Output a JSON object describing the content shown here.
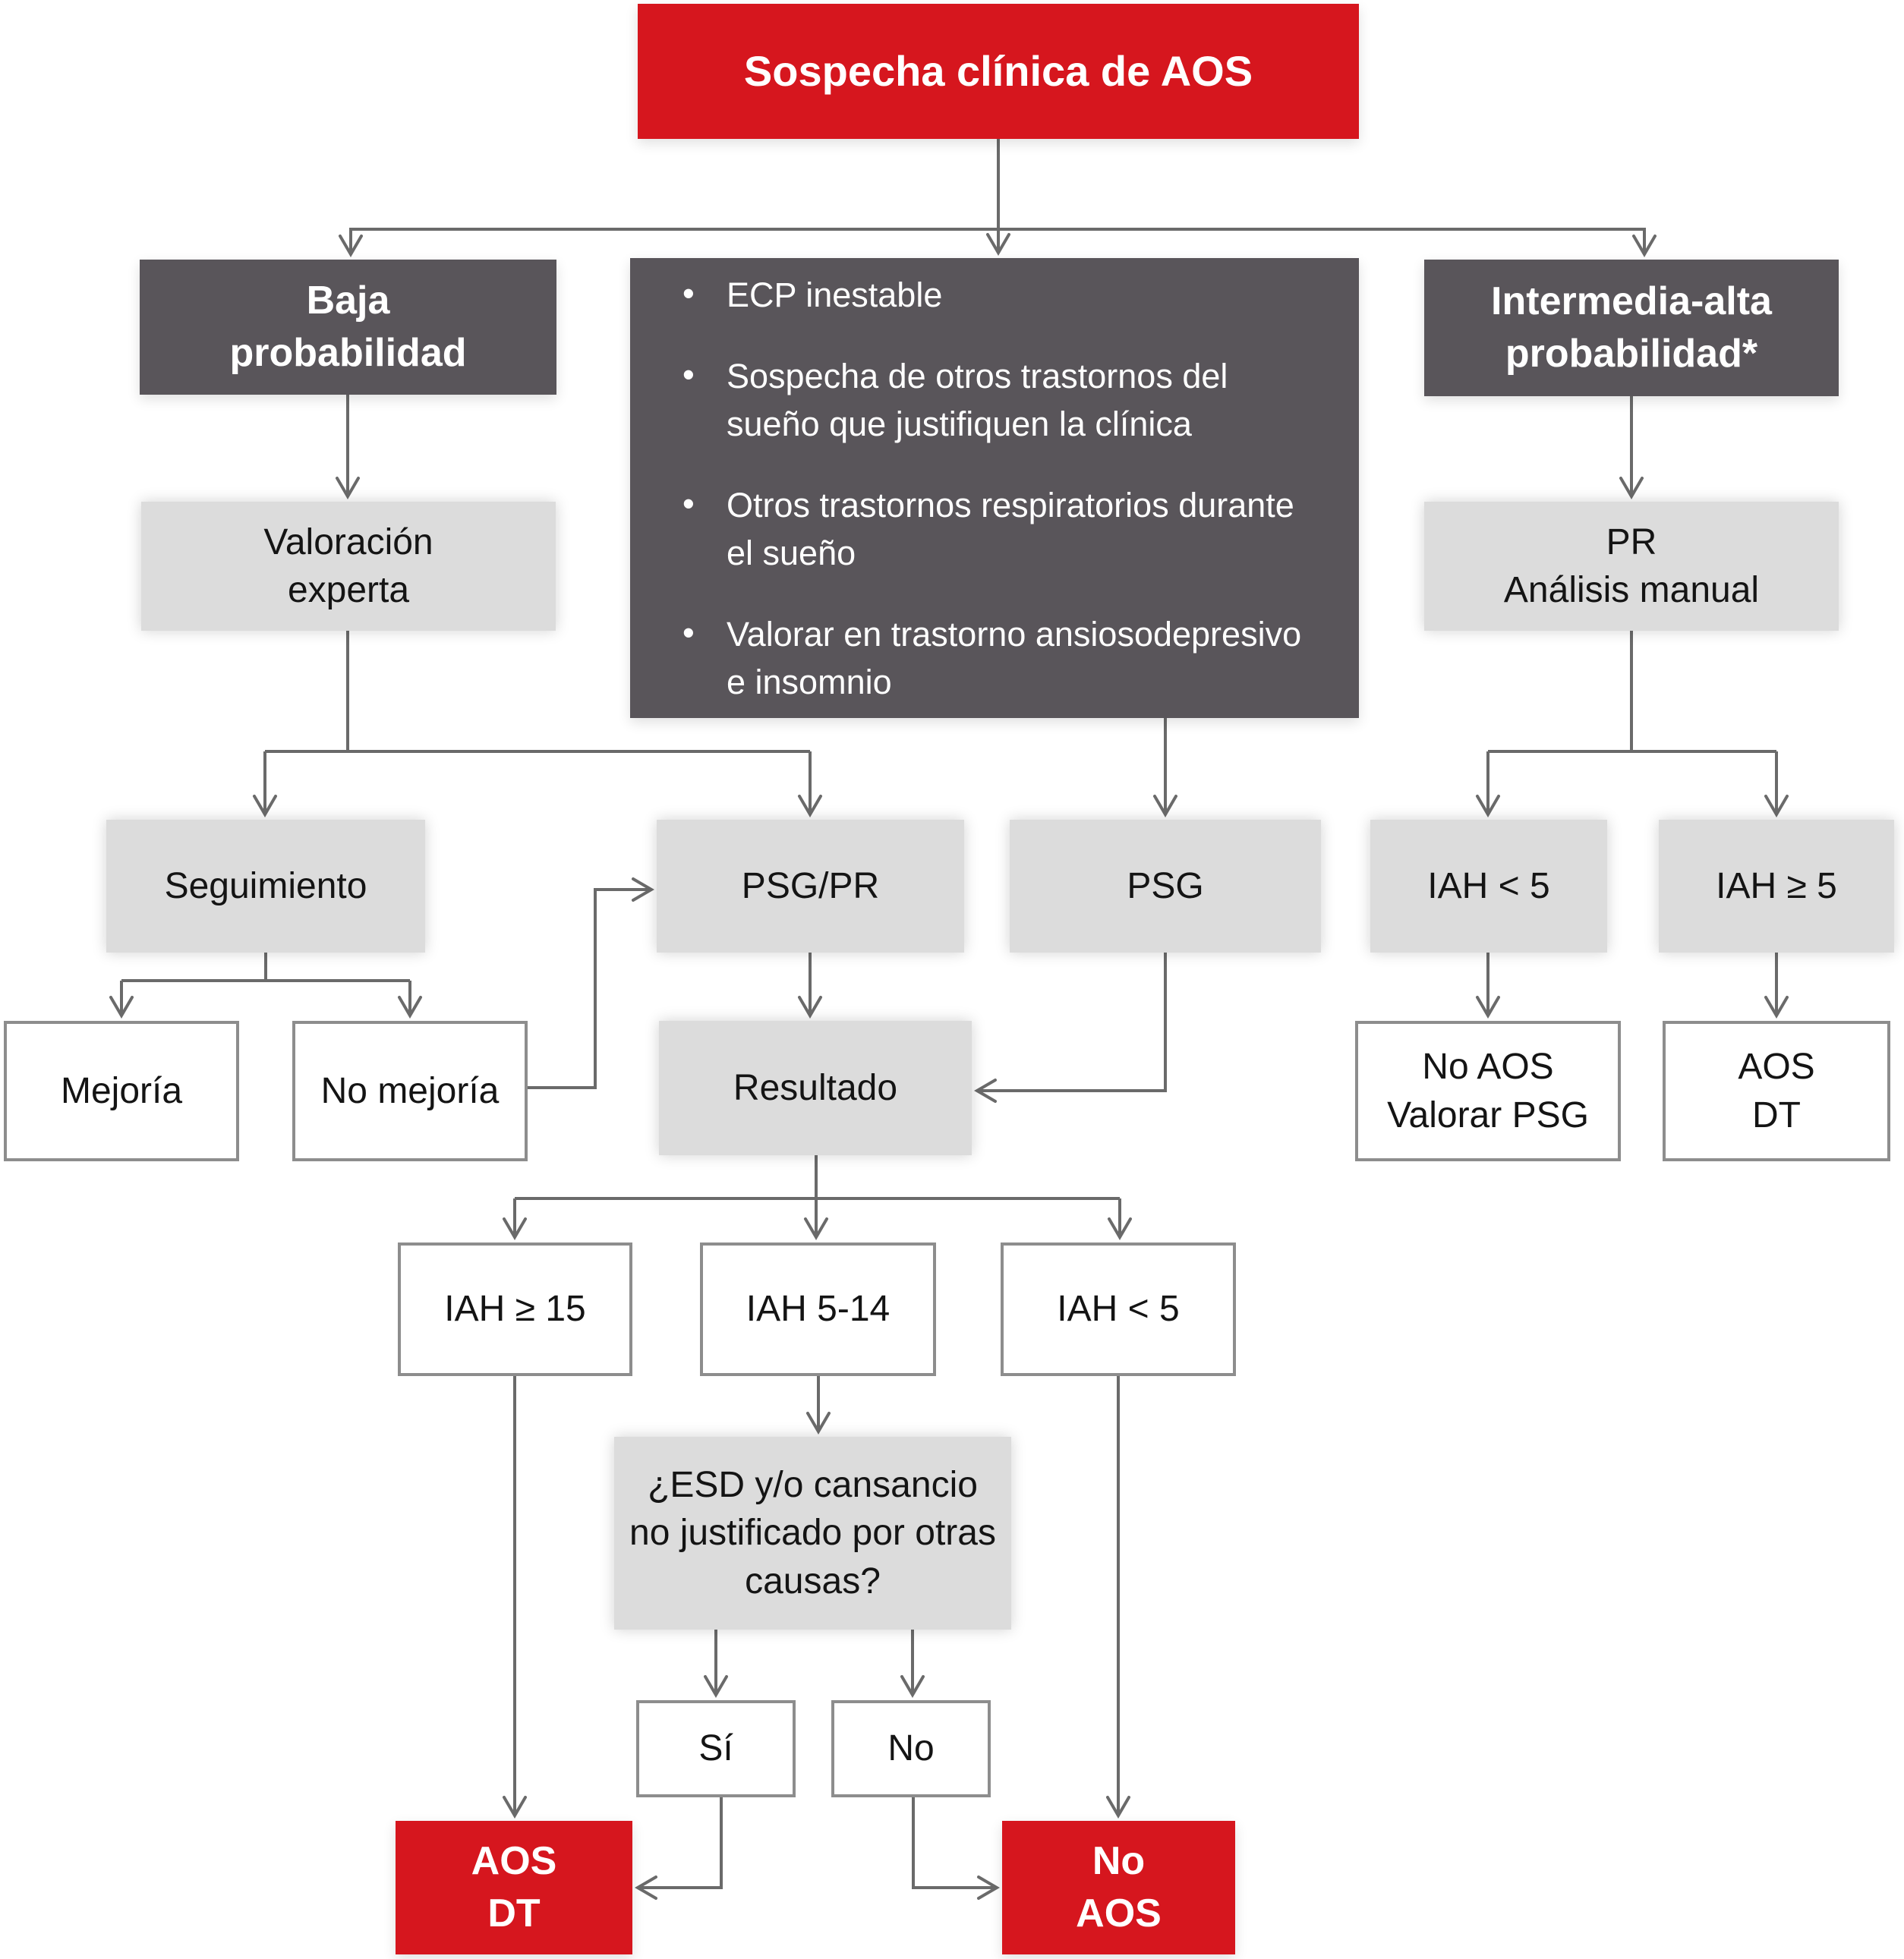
{
  "diagram": {
    "type": "flowchart",
    "language": "es",
    "topic": "Algoritmo diagnóstico ante sospecha clínica de AOS"
  },
  "colors": {
    "red": "#d6161e",
    "dark_gray": "#59555a",
    "light_gray": "#dcdcdc",
    "line": "#6a6a6a",
    "white_box_border": "#8d8d8d"
  },
  "nodes": {
    "sospecha": "Sospecha clínica de AOS",
    "baja": "Baja\nprobabilidad",
    "criterios": [
      "ECP inestable",
      "Sospecha de otros trastornos del sueño que justifiquen la clínica",
      "Otros trastornos respiratorios durante el sueño",
      "Valorar en trastorno ansiosodepresivo e insomnio"
    ],
    "intermedia": "Intermedia-alta\nprobabilidad*",
    "valoracion": "Valoración\nexperta",
    "pr": "PR\nAnálisis manual",
    "seguimiento": "Seguimiento",
    "psg_pr": "PSG/PR",
    "psg": "PSG",
    "iah_lt5_right": "IAH < 5",
    "iah_ge5_right": "IAH ≥ 5",
    "mejoria": "Mejoría",
    "no_mejoria": "No mejoría",
    "resultado": "Resultado",
    "no_aos_valorar": "No AOS\nValorar PSG",
    "aos_dt_right": "AOS\nDT",
    "iah_ge15": "IAH ≥ 15",
    "iah_5_14": "IAH 5-14",
    "iah_lt5": "IAH < 5",
    "esd": "¿ESD y/o cansancio no justificado por otras causas?",
    "si": "Sí",
    "no": "No",
    "aos_dt_red": "AOS\nDT",
    "no_aos_red": "No\nAOS"
  }
}
